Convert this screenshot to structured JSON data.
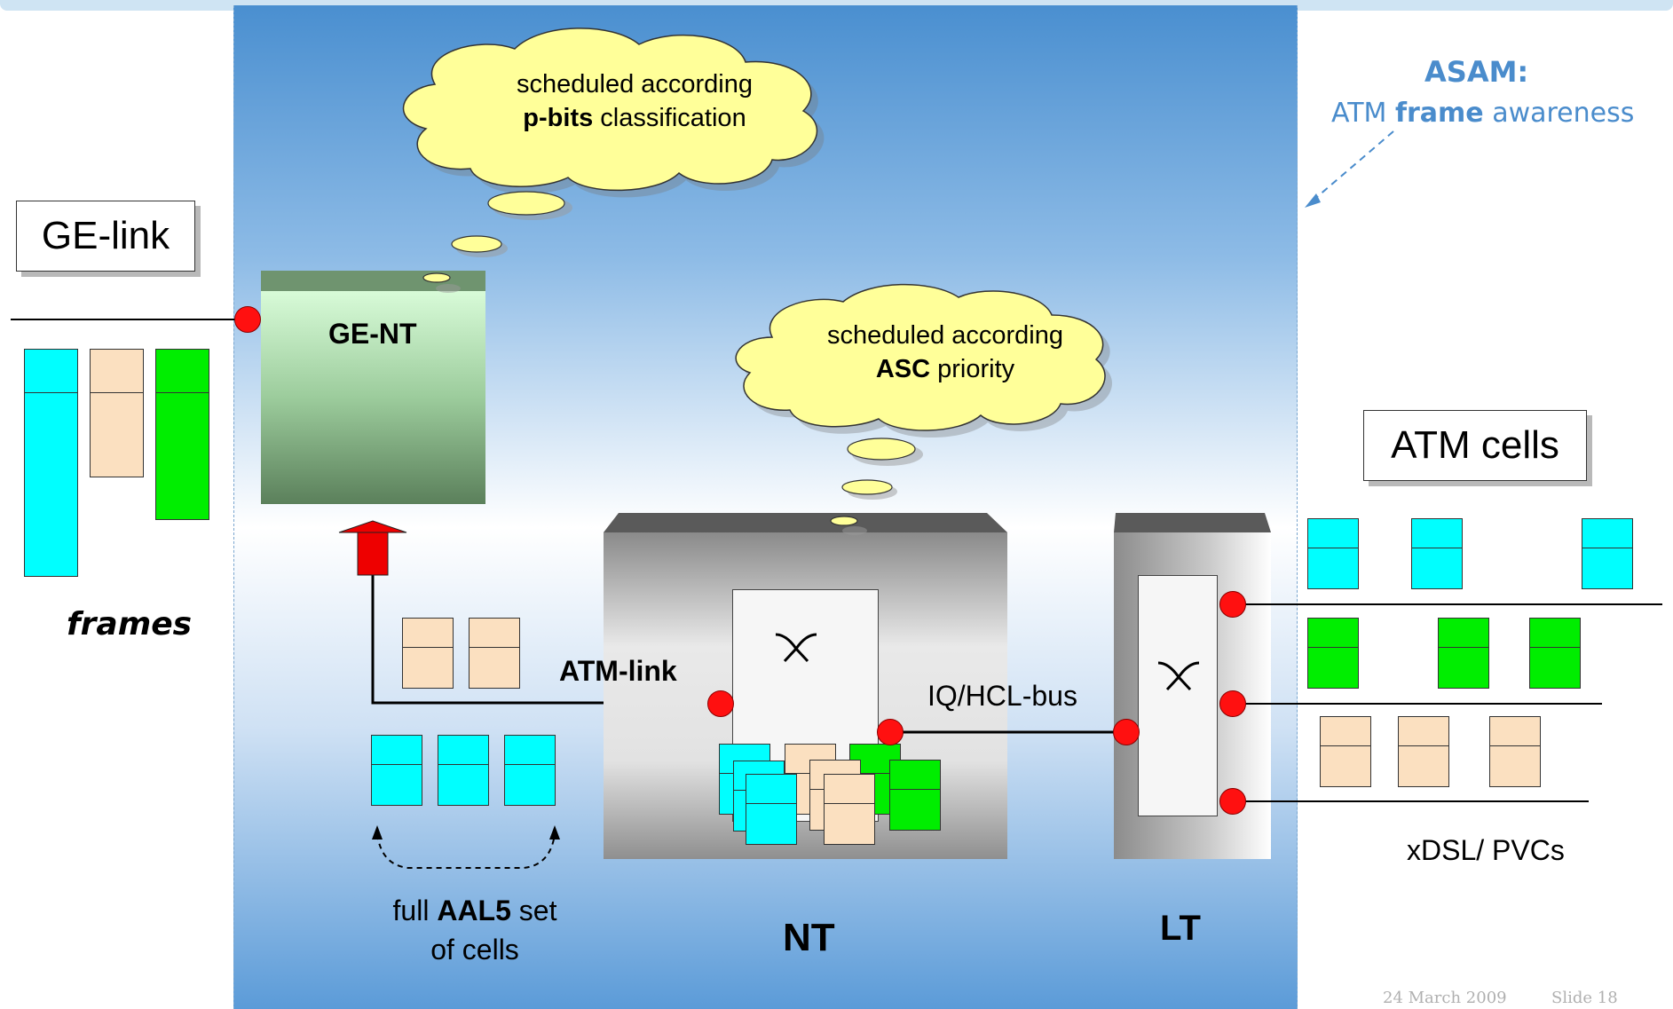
{
  "asam": {
    "title": "ASAM:",
    "subtitle_pre": "ATM ",
    "subtitle_bold": "frame",
    "subtitle_post": " awareness"
  },
  "labels": {
    "ge_link": "GE-link",
    "atm_cells": "ATM cells",
    "frames": "frames",
    "ge_nt": "GE-NT",
    "atm_link": "ATM-link",
    "iq_hcl_bus": "IQ/HCL-bus",
    "xdsl_pvcs": "xDSL/ PVCs",
    "nt": "NT",
    "lt": "LT",
    "aal5_pre": "full ",
    "aal5_bold": "AAL5",
    "aal5_post": " set",
    "aal5_line2": "of cells"
  },
  "clouds": {
    "pbits": {
      "line1": "scheduled according",
      "line2_bold": "p-bits",
      "line2_post": " classification"
    },
    "asc": {
      "line1": "scheduled according",
      "line2_bold": "ASC",
      "line2_post": " priority"
    }
  },
  "footer": {
    "date": "24 March 2009",
    "slide": "Slide 18"
  },
  "colors": {
    "cyan": "#00ffff",
    "peach": "#fbe0c0",
    "green": "#00ee00",
    "dot": "#ff1010",
    "asam": "#4a8ccc",
    "arrow": "#ee0000"
  }
}
